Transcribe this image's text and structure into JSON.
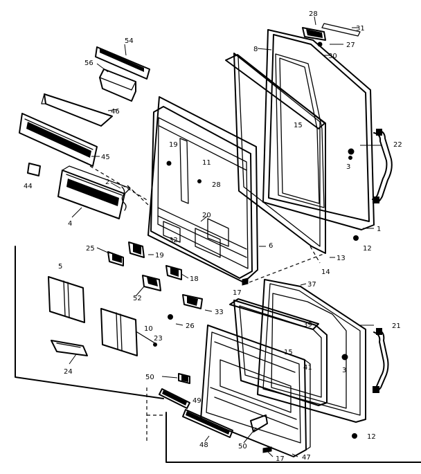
{
  "callouts": [
    {
      "id": "c28a",
      "text": "28"
    },
    {
      "id": "c31",
      "text": "31"
    },
    {
      "id": "c27",
      "text": "27"
    },
    {
      "id": "c30a",
      "text": "30"
    },
    {
      "id": "c8",
      "text": "8"
    },
    {
      "id": "c54",
      "text": "54"
    },
    {
      "id": "c56",
      "text": "56"
    },
    {
      "id": "c46",
      "text": "46"
    },
    {
      "id": "c45",
      "text": "45"
    },
    {
      "id": "c44",
      "text": "44"
    },
    {
      "id": "c2",
      "text": "2"
    },
    {
      "id": "c4",
      "text": "4"
    },
    {
      "id": "c19a",
      "text": "19"
    },
    {
      "id": "c11",
      "text": "11"
    },
    {
      "id": "c28b",
      "text": "28"
    },
    {
      "id": "c15a",
      "text": "15"
    },
    {
      "id": "c22",
      "text": "22"
    },
    {
      "id": "c3a",
      "text": "3"
    },
    {
      "id": "c1",
      "text": "1"
    },
    {
      "id": "c12a",
      "text": "12"
    },
    {
      "id": "c13",
      "text": "13"
    },
    {
      "id": "c14",
      "text": "14"
    },
    {
      "id": "c20",
      "text": "20"
    },
    {
      "id": "c32",
      "text": "32"
    },
    {
      "id": "c6",
      "text": "6"
    },
    {
      "id": "c25",
      "text": "25"
    },
    {
      "id": "c19b",
      "text": "19"
    },
    {
      "id": "c18",
      "text": "18"
    },
    {
      "id": "c17a",
      "text": "17"
    },
    {
      "id": "c52",
      "text": "52"
    },
    {
      "id": "c33",
      "text": "33"
    },
    {
      "id": "c5",
      "text": "5"
    },
    {
      "id": "c10",
      "text": "10"
    },
    {
      "id": "c23",
      "text": "23"
    },
    {
      "id": "c24",
      "text": "24"
    },
    {
      "id": "c26",
      "text": "26"
    },
    {
      "id": "c37",
      "text": "37"
    },
    {
      "id": "c39",
      "text": "39"
    },
    {
      "id": "c15b",
      "text": "15"
    },
    {
      "id": "c41",
      "text": "41"
    },
    {
      "id": "c3b",
      "text": "3"
    },
    {
      "id": "c21",
      "text": "21"
    },
    {
      "id": "c50a",
      "text": "50"
    },
    {
      "id": "c49",
      "text": "49"
    },
    {
      "id": "c48",
      "text": "48"
    },
    {
      "id": "c50b",
      "text": "50"
    },
    {
      "id": "c12b",
      "text": "12"
    },
    {
      "id": "c17b",
      "text": "17"
    },
    {
      "id": "c47",
      "text": "47"
    }
  ]
}
